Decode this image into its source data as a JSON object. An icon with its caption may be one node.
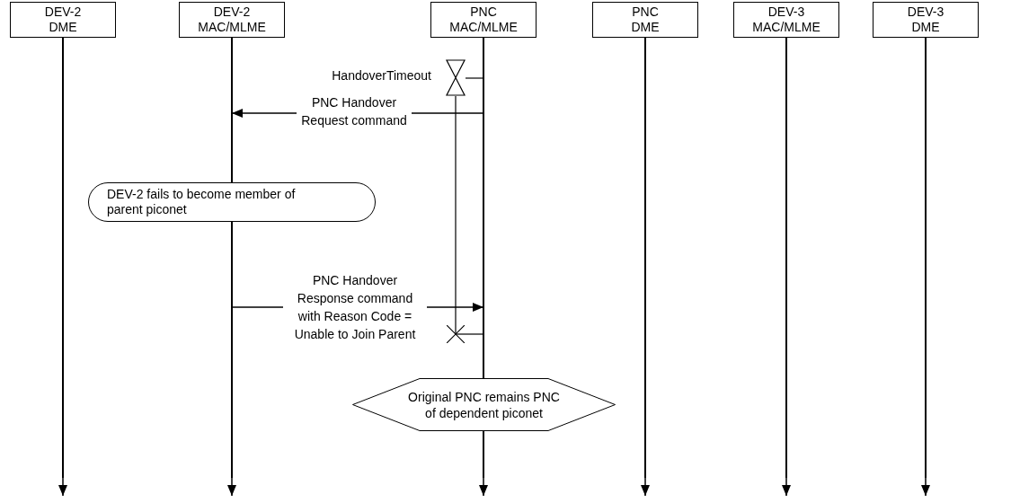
{
  "diagram": {
    "nodes": [
      {
        "text": [
          "DEV-2 DME"
        ]
      },
      {
        "text": [
          "DEV-2 MAC/MLME"
        ]
      },
      {
        "text": [
          "PNC MAC/MLME"
        ]
      },
      {
        "text": [
          "PNC DME"
        ]
      },
      {
        "text": [
          "DEV-3 MAC/MLME"
        ]
      },
      {
        "text": [
          "DEV-3 DME"
        ]
      },
      {
        "text": [
          "DEV-2 fails to become member of parent piconet"
        ]
      },
      {
        "text": [
          "Original PNC remains PNC of dependent piconet"
        ]
      },
      {
        "text": [],
        "shape": "line"
      },
      {
        "text": [],
        "shape": "line"
      },
      {
        "text": [],
        "shape": "line"
      },
      {
        "text": [],
        "shape": "line"
      },
      {
        "text": [],
        "shape": "line"
      },
      {
        "text": [],
        "shape": "line"
      },
      {
        "text": [],
        "shape": "line"
      },
      {
        "text": [],
        "shape": "line"
      },
      {
        "text": [],
        "shape": "hourglass"
      },
      {
        "text": [],
        "shape": "cross"
      }
    ],
    "edges": [
      {
        "from": 11,
        "to": 9,
        "arrow": "to",
        "label": "PNC Handover Request  command"
      },
      {
        "from": 10,
        "to": 11,
        "arrow": "to",
        "label": "PNC Handover Response command with Reason Code = Unable to Join Parent"
      },
      {
        "from": 16,
        "to": 11,
        "arrow": "none"
      },
      {
        "from": 16,
        "to": 17,
        "arrow": "none"
      },
      {
        "from": 17,
        "to": 11,
        "arrow": "none"
      },
      {
        "from": 8,
        "to": null,
        "arrow": "to"
      },
      {
        "from": 10,
        "to": null,
        "arrow": "to"
      },
      {
        "from": 12,
        "to": null,
        "arrow": "to"
      },
      {
        "from": 13,
        "to": null,
        "arrow": "to"
      },
      {
        "from": 14,
        "to": null,
        "arrow": "to"
      },
      {
        "from": 15,
        "to": null,
        "arrow": "to"
      }
    ],
    "labels": [
      "HandoverTimeout"
    ]
  }
}
